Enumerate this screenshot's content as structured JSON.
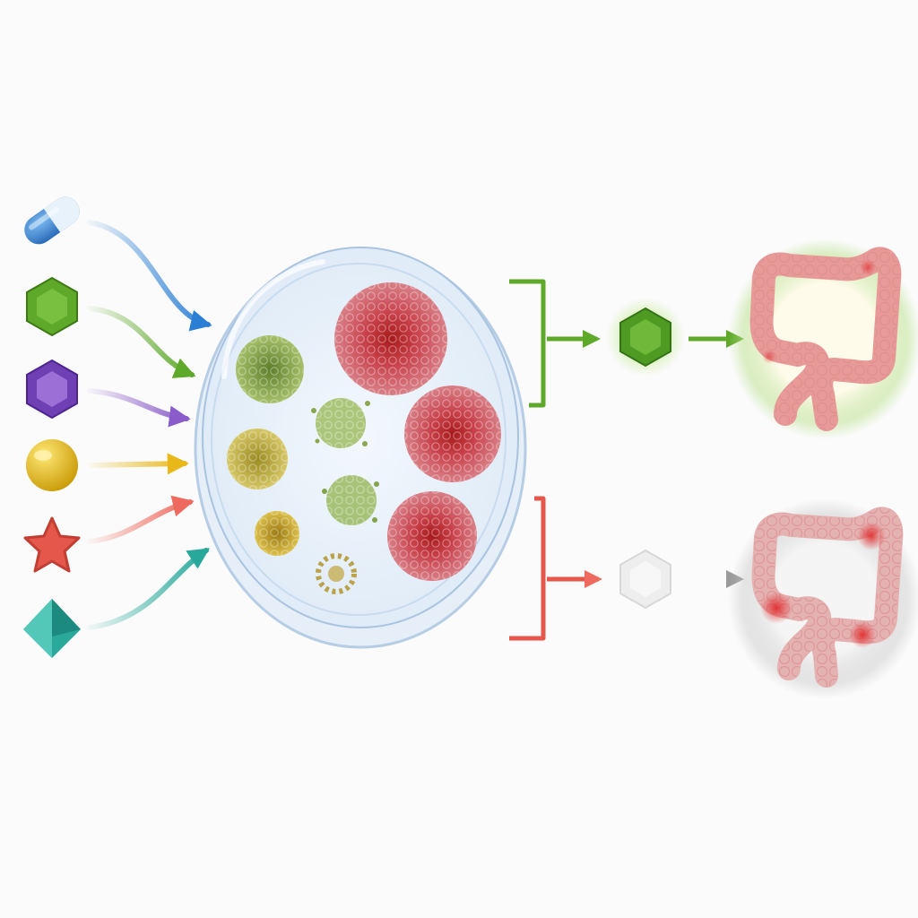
{
  "diagram": {
    "drug_candidates": [
      {
        "icon": "capsule-icon",
        "color": "#2a7fd4"
      },
      {
        "icon": "hexagon-icon",
        "color": "#5ea82a"
      },
      {
        "icon": "hexagon-icon",
        "color": "#7b4bbf"
      },
      {
        "icon": "sphere-icon",
        "color": "#e2bd1c"
      },
      {
        "icon": "star-icon",
        "color": "#e4574a"
      },
      {
        "icon": "pyramid-icon",
        "color": "#2aa89a"
      }
    ],
    "organoids": [
      {
        "kind": "responsive",
        "color": "#8fae4a"
      },
      {
        "kind": "responsive",
        "color": "#c2b54a"
      },
      {
        "kind": "responsive",
        "color": "#c9a92e"
      },
      {
        "kind": "dissociating",
        "color": "#8fae4a"
      },
      {
        "kind": "dissociating",
        "color": "#8fae4a"
      },
      {
        "kind": "dissociating",
        "color": "#c9a92e"
      },
      {
        "kind": "resistant",
        "color": "#c9545a"
      },
      {
        "kind": "resistant",
        "color": "#c9545a"
      },
      {
        "kind": "resistant",
        "color": "#c9545a"
      }
    ],
    "outcomes": [
      {
        "result": "effective-drug",
        "icon": "green-hexagon-icon",
        "bracket_color": "#5ea82a",
        "organ": "healthy-colon-icon",
        "glow": "#a8d87a"
      },
      {
        "result": "ineffective-drug",
        "icon": "gray-hexagon-icon",
        "bracket_color": "#e4574a",
        "organ": "diseased-colon-icon",
        "glow": "#bbbbbb"
      }
    ]
  }
}
